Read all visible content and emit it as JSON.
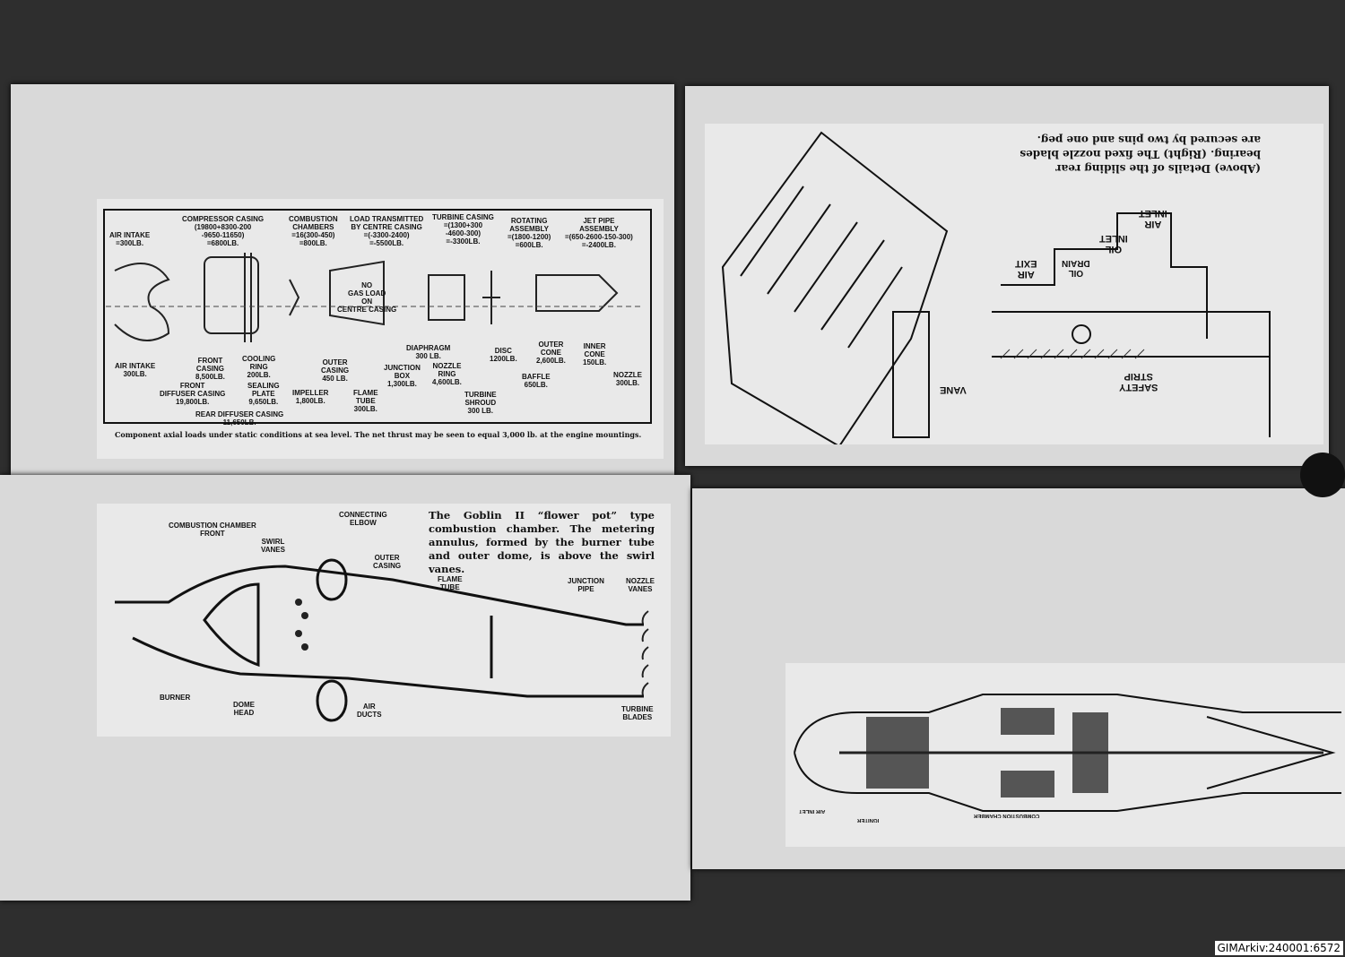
{
  "load_diagram": {
    "headers": [
      "AIR INTAKE\n=300LB.",
      "COMPRESSOR CASING\n(19800+8300-200\n-9650-11650)\n=6800LB.",
      "COMBUSTION\nCHAMBERS\n=16(300-450)\n=800LB.",
      "LOAD TRANSMITTED\nBY CENTRE CASING\n=(-3300-2400)\n=-5500LB.",
      "TURBINE CASING\n=(1300+300\n-4600-300)\n=-3300LB.",
      "ROTATING\nASSEMBLY\n=(1800-1200)\n=600LB.",
      "JET PIPE\nASSEMBLY\n=(650-2600-150-300)\n=-2400LB."
    ],
    "components": [
      "AIR INTAKE\n300LB.",
      "FRONT\nCASING\n8,500LB.",
      "COOLING\nRING\n200LB.",
      "FRONT\nDIFFUSER CASING\n19,800LB.",
      "SEALING\nPLATE\n9,650LB.",
      "REAR DIFFUSER CASING\n11,650LB.",
      "IMPELLER\n1,800LB.",
      "OUTER\nCASING\n450 LB.",
      "FLAME\nTUBE\n300LB.",
      "NO\nGAS LOAD\nON\nCENTRE CASING",
      "DIAPHRAGM\n300 LB.",
      "JUNCTION\nBOX\n1,300LB.",
      "NOZZLE\nRING\n4,600LB.",
      "TURBINE\nSHROUD\n300 LB.",
      "DISC\n1200LB.",
      "OUTER\nCONE\n2,600LB.",
      "INNER\nCONE\n150LB.",
      "BAFFLE\n650LB.",
      "NOZZLE\n300LB."
    ],
    "caption": "Component axial loads under static conditions at sea level.   The net thrust may be seen to equal 3,000 lb. at the engine mountings."
  },
  "bearing_diagram": {
    "caption": "(Above) Details of the sliding rear bearing. (Right) The fixed nozzle blades are secured by two pins and one peg.",
    "labels": [
      "AIR\nINLET",
      "OIL\nINLET",
      "OIL\nDRAIN",
      "AIR\nEXIT",
      "SAFETY\nSTRIP",
      "VANE"
    ]
  },
  "combustion_diagram": {
    "caption": "The Goblin II “flower pot” type combustion chamber. The metering annulus, formed by the burner tube and outer dome, is above the swirl vanes.",
    "labels": [
      "COMBUSTION CHAMBER\nFRONT",
      "SWIRL\nVANES",
      "CONNECTING\nELBOW",
      "OUTER\nCASING",
      "FLAME\nTUBE",
      "JUNCTION\nPIPE",
      "NOZZLE\nVANES",
      "BURNER",
      "DOME\nHEAD",
      "AIR\nDUCTS",
      "TURBINE\nBLADES"
    ]
  },
  "engine_section": {
    "labels": [
      "AIR INLET",
      "IGNITER",
      "COMBUSTION CHAMBER"
    ]
  },
  "watermark": "GIMArkiv:240001:6572"
}
